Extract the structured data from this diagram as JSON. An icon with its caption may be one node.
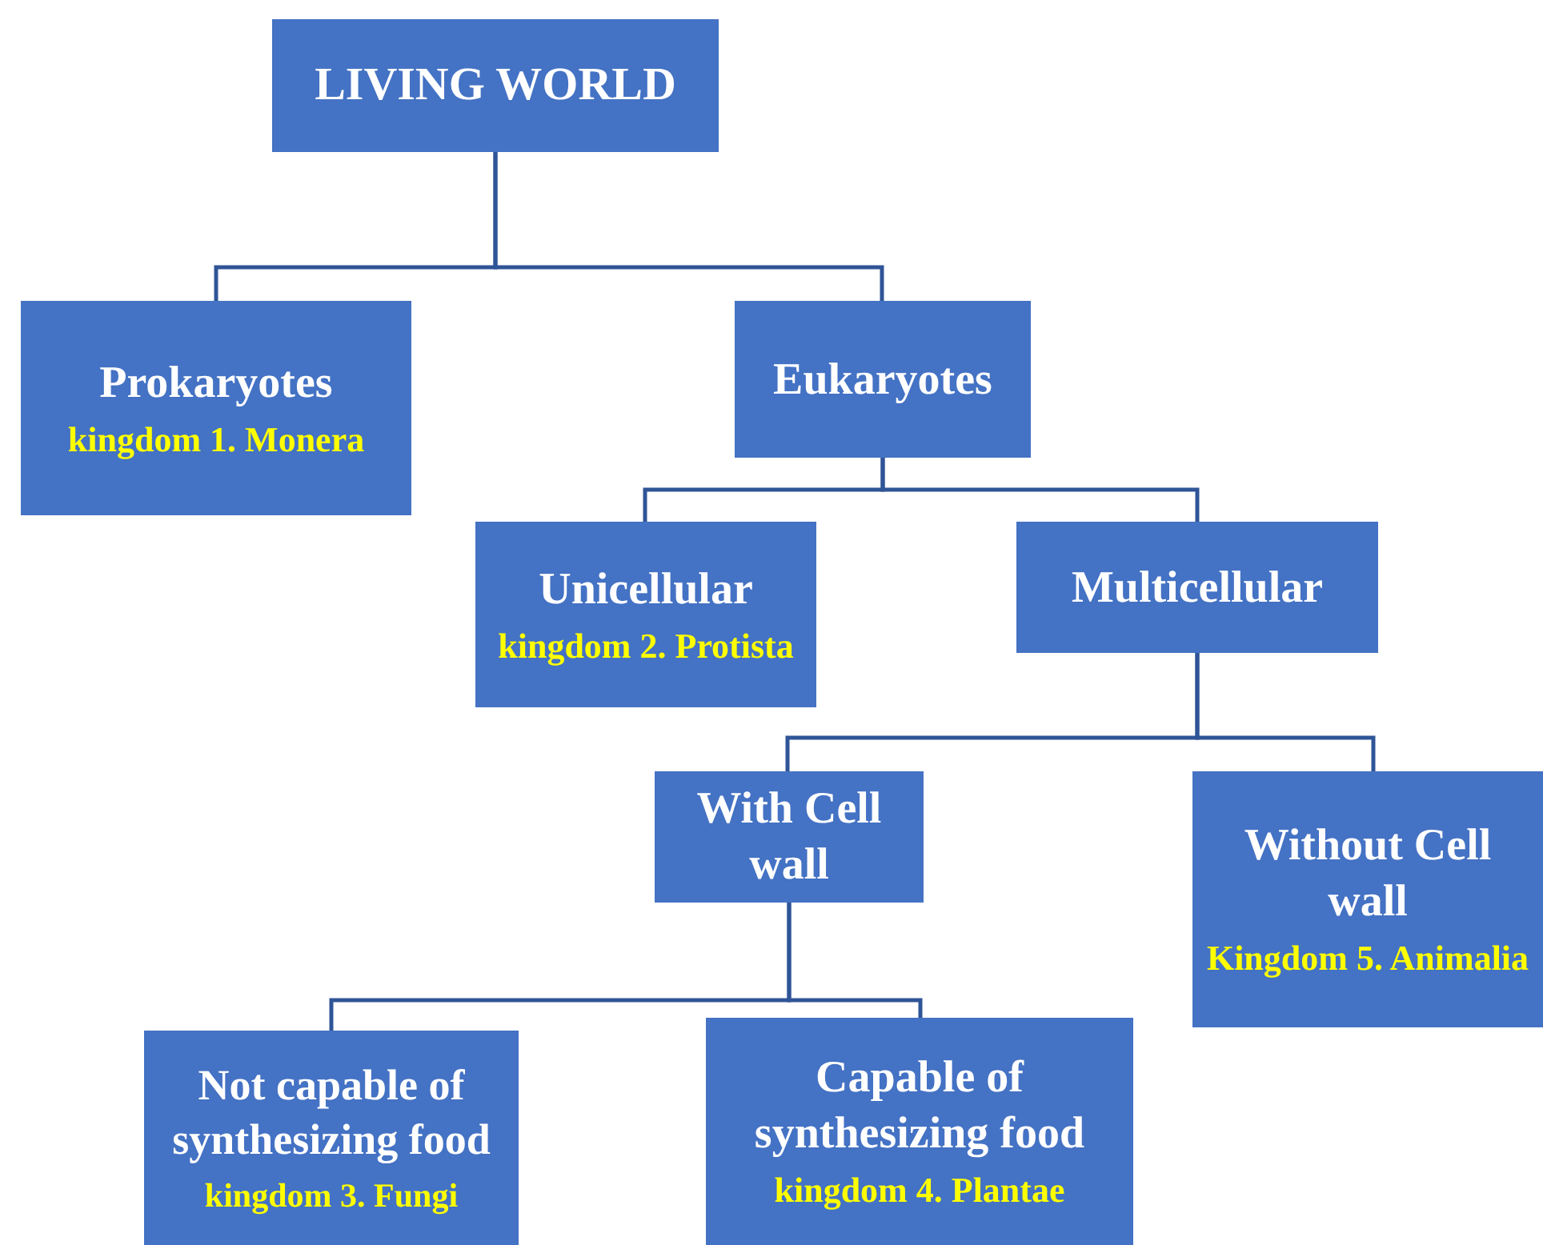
{
  "diagram": {
    "nodes": [
      {
        "text": [
          "LIVING WORLD"
        ]
      },
      {
        "text": [
          "Prokaryotes",
          "kingdom 1. Monera"
        ]
      },
      {
        "text": [
          "Eukaryotes"
        ]
      },
      {
        "text": [
          "Unicellular",
          "kingdom 2. Protista"
        ]
      },
      {
        "text": [
          "Multicellular"
        ]
      },
      {
        "text": [
          "With Cell wall"
        ]
      },
      {
        "text": [
          "Without Cell wall",
          "Kingdom 5. Animalia"
        ]
      },
      {
        "text": [
          "Not capable of synthesizing food",
          "kingdom 3. Fungi"
        ]
      },
      {
        "text": [
          "Capable of synthesizing food",
          "kingdom 4. Plantae"
        ]
      }
    ],
    "edges": [
      {
        "from": 0,
        "to": 1,
        "arrow": "none"
      },
      {
        "from": 0,
        "to": 2,
        "arrow": "none"
      },
      {
        "from": 2,
        "to": 3,
        "arrow": "none"
      },
      {
        "from": 2,
        "to": 4,
        "arrow": "none"
      },
      {
        "from": 4,
        "to": 5,
        "arrow": "none"
      },
      {
        "from": 4,
        "to": 6,
        "arrow": "none"
      },
      {
        "from": 5,
        "to": 7,
        "arrow": "none"
      },
      {
        "from": 5,
        "to": 8,
        "arrow": "none"
      }
    ]
  }
}
